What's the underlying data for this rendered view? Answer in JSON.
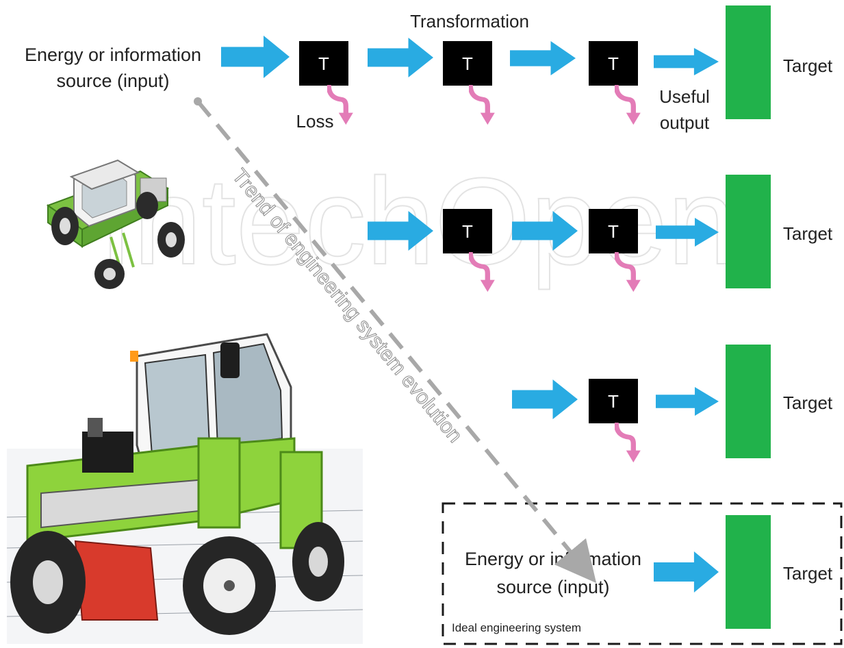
{
  "row1": {
    "source_line1": "Energy or information",
    "source_line2": "source (input)",
    "transformation_label": "Transformation",
    "loss_label": "Loss",
    "useful_line1": "Useful",
    "useful_line2": "output",
    "target_label": "Target",
    "t_label": "T"
  },
  "row2": {
    "target_label": "Target",
    "t_label": "T"
  },
  "row3": {
    "target_label": "Target",
    "t_label": "T"
  },
  "row4": {
    "source_line1": "Energy or information",
    "source_line2": "source (input)",
    "target_label": "Target",
    "box_label": "Ideal engineering system"
  },
  "trend_label": "Trend of engineering system evolution",
  "watermark": "IntechOpen",
  "colors": {
    "arrow_blue": "#29abe2",
    "loss_pink": "#e37cb7",
    "target_green": "#21b24b",
    "transform_black": "#000000",
    "trend_grey": "#a8a8a8",
    "tractor_green": "#7cc142"
  }
}
